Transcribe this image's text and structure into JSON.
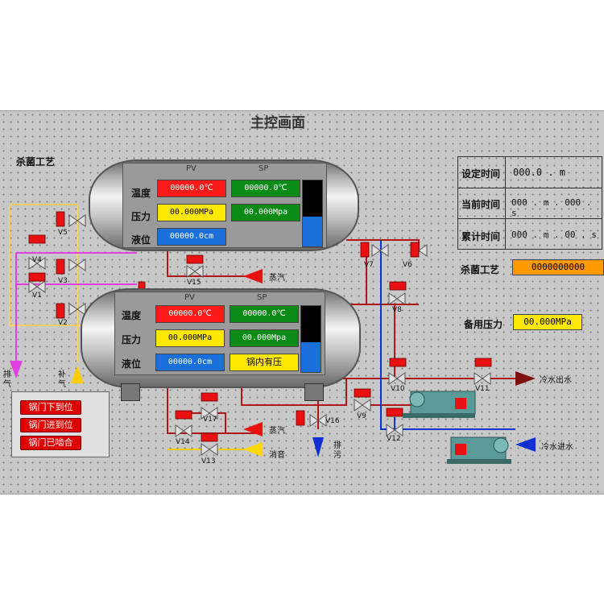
{
  "title": "主控画面",
  "section_label": "杀菌工艺",
  "headers": {
    "pv": "PV",
    "sp": "SP"
  },
  "top_tank": {
    "temp_label": "温度",
    "pressure_label": "压力",
    "level_label": "液位",
    "temp_pv": "00000.0℃",
    "temp_sp": "00000.0℃",
    "pressure_pv": "00.000MPa",
    "pressure_sp": "00.000Mpa",
    "level_pv": "00000.0cm",
    "level_fraction": 0.45
  },
  "bottom_tank": {
    "temp_label": "温度",
    "pressure_label": "压力",
    "level_label": "液位",
    "temp_pv": "00000.0℃",
    "temp_sp": "00000.0℃",
    "pressure_pv": "00.000MPa",
    "pressure_sp": "00.000Mpa",
    "level_pv": "00000.0cm",
    "pressure_status": "锅内有压",
    "level_fraction": 0.45
  },
  "time_panel": {
    "set_time_label": "设定时间",
    "set_time_value": "000.0  .  m",
    "current_time_label": "当前时间",
    "current_time_value": "000 . m . 000 . s",
    "total_time_label": "累计时间",
    "total_time_value": "000 . m .  00 . s"
  },
  "process": {
    "label": "杀菌工艺",
    "value": "0000000000"
  },
  "backup_pressure": {
    "label": "备用压力",
    "value": "00.000MPa"
  },
  "buttons": [
    "锅门下到位",
    "锅门进到位",
    "锅门已啮合"
  ],
  "flows": {
    "steam_top": "蒸汽",
    "steam_bottom": "蒸汽",
    "silencer": "消音",
    "drain": "排污",
    "cold_out": "冷水出水",
    "cold_in": "冷水进水",
    "exhaust_l": "排气",
    "exhaust_r": "补气"
  },
  "valves": [
    "V1",
    "V2",
    "V3",
    "V4",
    "V5",
    "V6",
    "V7",
    "V8",
    "V9",
    "V10",
    "V11",
    "V12",
    "V13",
    "V14",
    "V15",
    "V16",
    "V17"
  ],
  "colors": {
    "pipe_red": "#b01818",
    "pipe_blue": "#1030d0",
    "pipe_yellow": "#ffcc00",
    "pipe_magenta": "#e040e0"
  }
}
